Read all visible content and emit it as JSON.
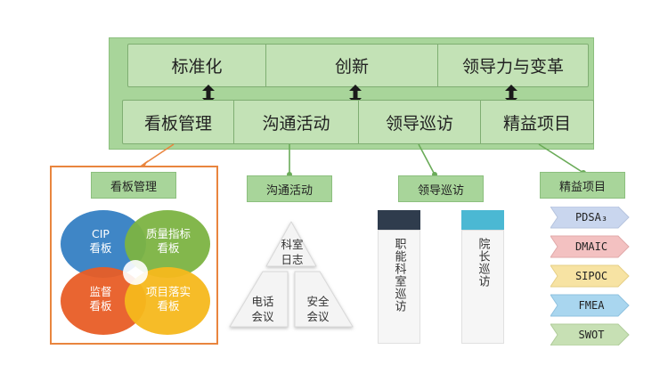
{
  "framework": {
    "top": [
      "标准化",
      "创新",
      "领导力与变革"
    ],
    "bottom": [
      "看板管理",
      "沟通活动",
      "领导巡访",
      "精益项目"
    ]
  },
  "sections": {
    "kanban": {
      "title": "看板管理",
      "petals": [
        "CIP\n看板",
        "质量指标\n看板",
        "监督\n看板",
        "项目落实\n看板"
      ],
      "colors": [
        "#3f86c6",
        "#7cb342",
        "#e85d26",
        "#f5b81c"
      ]
    },
    "comms": {
      "title": "沟通活动",
      "items": [
        "科室\n日志",
        "电话\n会议",
        "安全\n会议"
      ]
    },
    "patrol": {
      "title": "领导巡访",
      "bars": [
        {
          "label": "职能科室巡访",
          "color": "#2f3c4d"
        },
        {
          "label": "院长巡访",
          "color": "#4bb8d3"
        }
      ]
    },
    "lean": {
      "title": "精益项目",
      "tools": [
        {
          "label": "PDSA₃",
          "color": "#c9d6ee"
        },
        {
          "label": "DMAIC",
          "color": "#f3c1c1"
        },
        {
          "label": "SIPOC",
          "color": "#f7e3a3"
        },
        {
          "label": "FMEA",
          "color": "#a9d6ef"
        },
        {
          "label": "SWOT",
          "color": "#c7e0b4"
        }
      ]
    }
  }
}
